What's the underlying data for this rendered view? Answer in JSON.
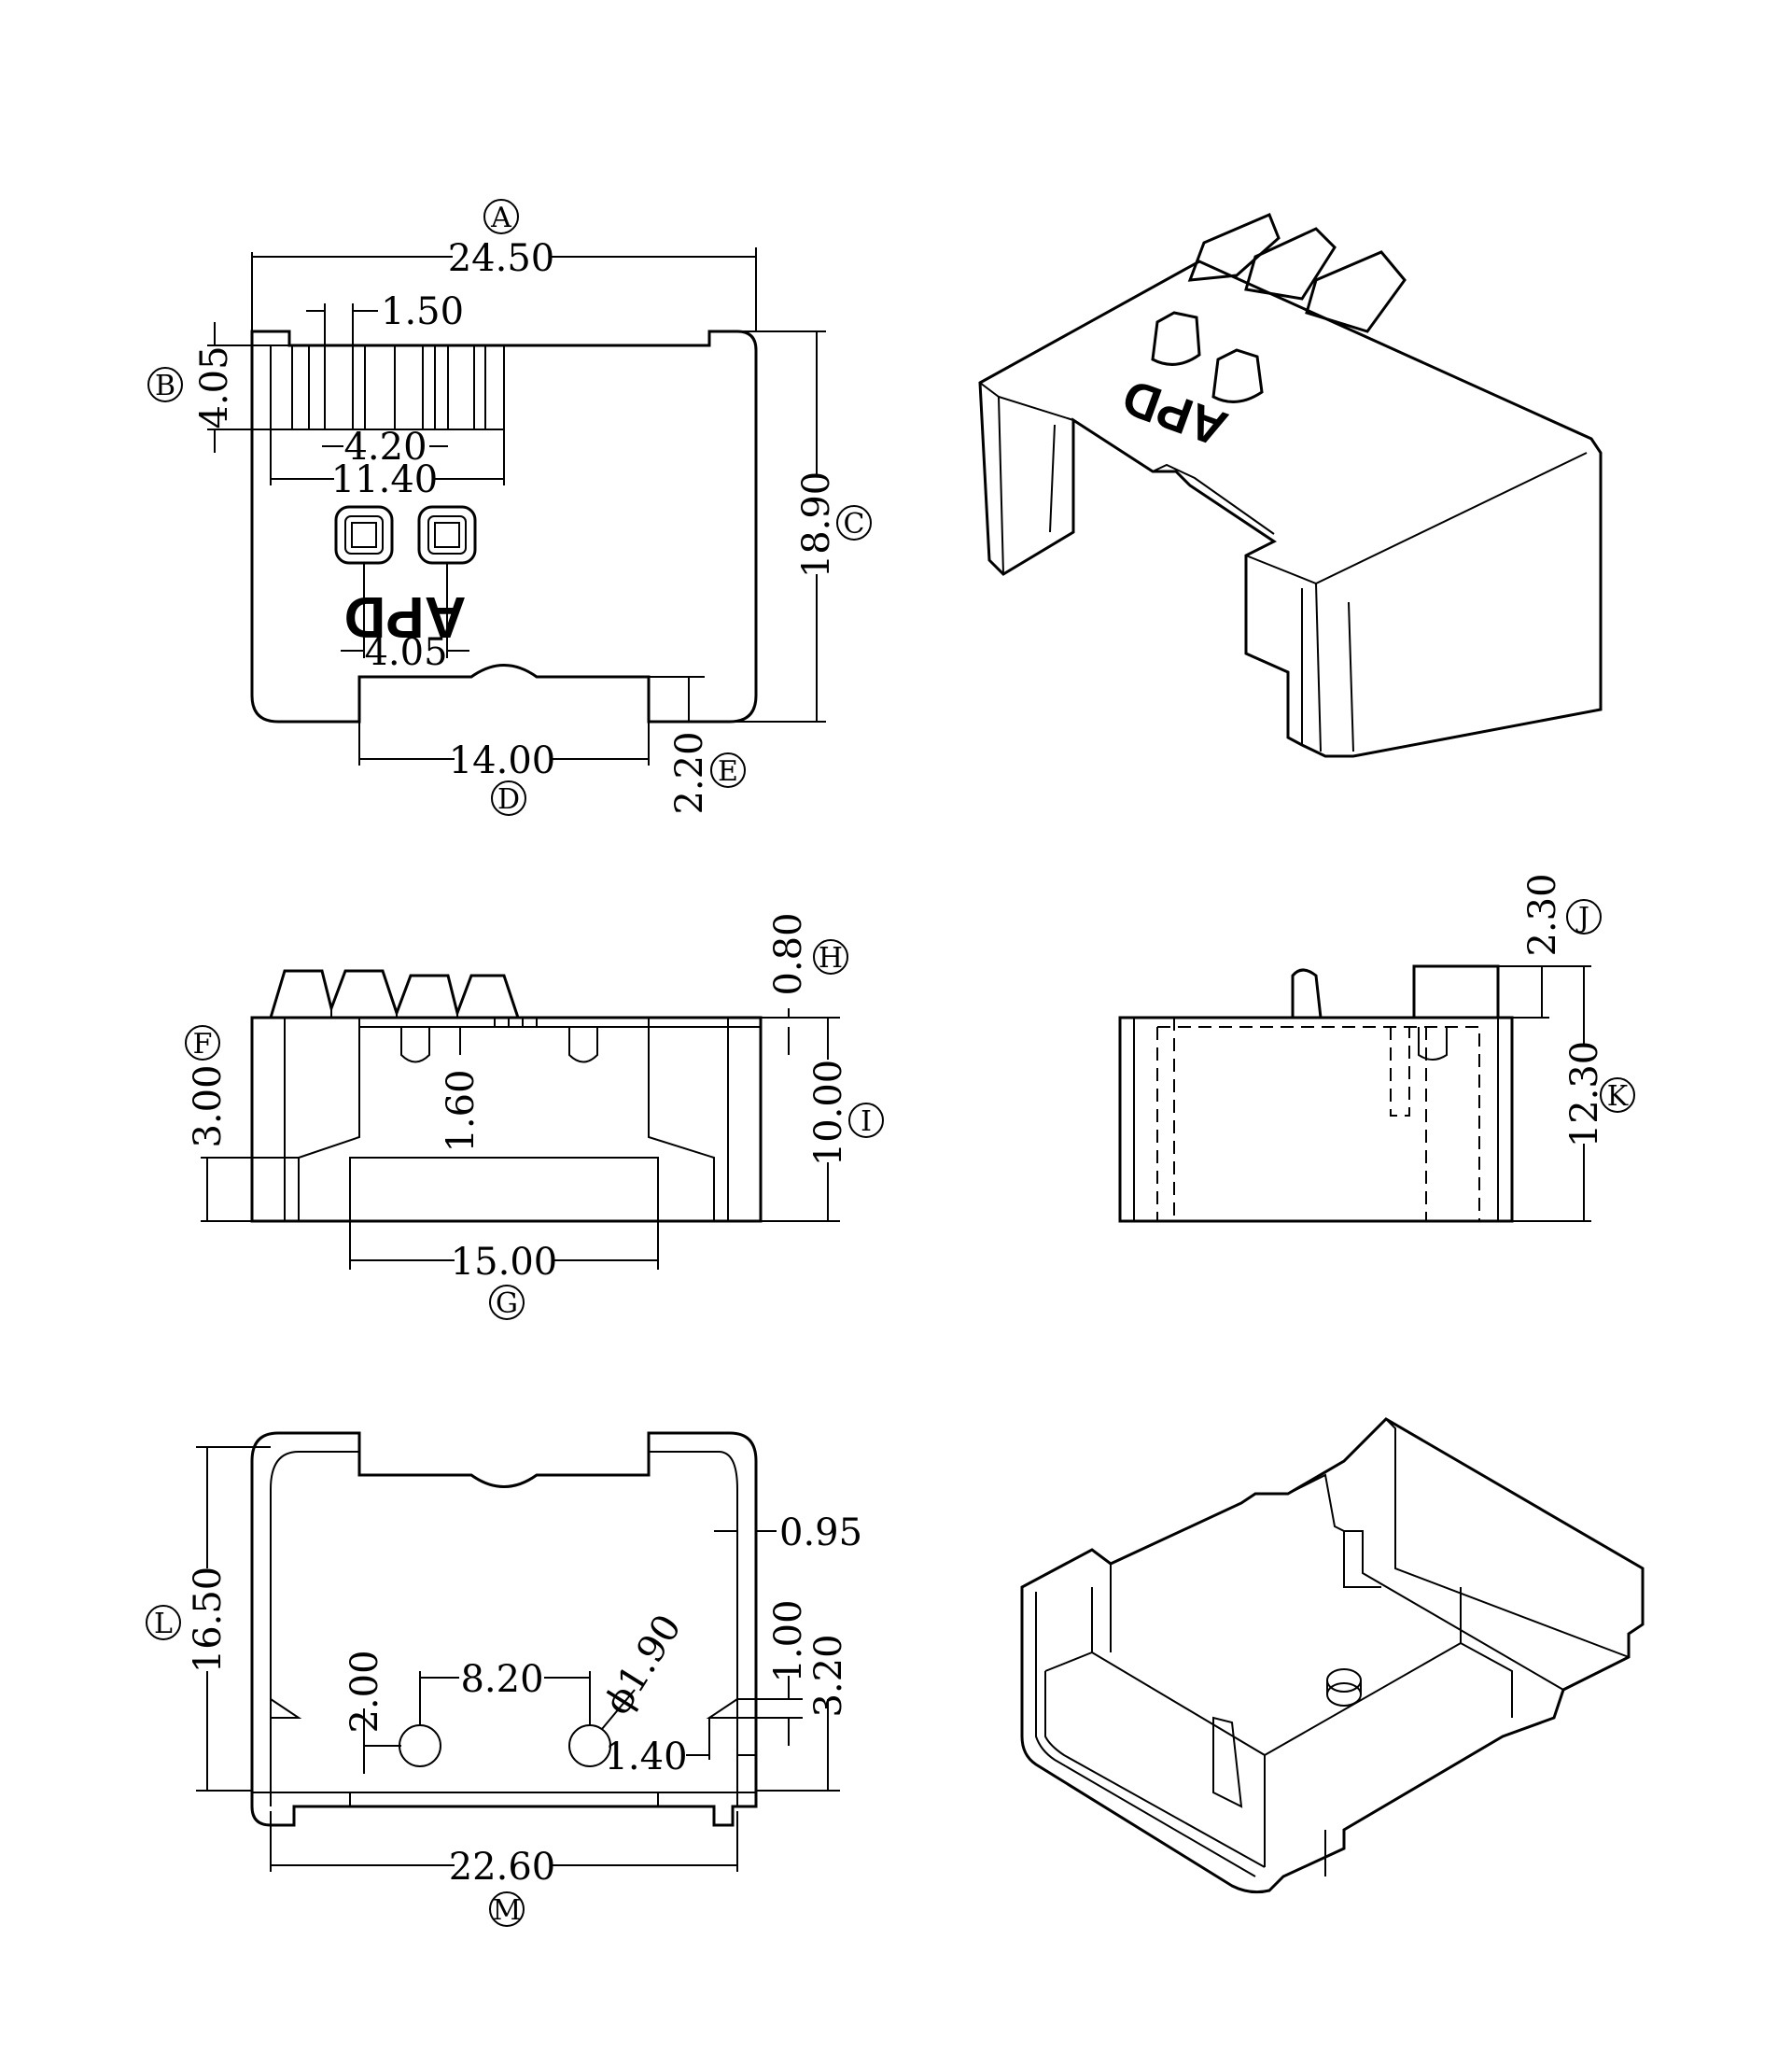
{
  "dimensions": {
    "A": "24.50",
    "slot_width": "1.50",
    "B": "4.05",
    "slot_pitch": "4.20",
    "slot_span": "11.40",
    "C": "18.90",
    "pin_pitch": "4.05",
    "D": "14.00",
    "E": "2.20",
    "H": "0.80",
    "F": "3.00",
    "slot_depth": "1.60",
    "I": "10.00",
    "G": "15.00",
    "J": "2.30",
    "K": "12.30",
    "L": "16.50",
    "wall": "0.95",
    "hole_offset_y": "2.00",
    "hole_pitch": "8.20",
    "hole_dia": "ϕ1.90",
    "tab_h": "1.00",
    "tab_total": "3.20",
    "tab_w": "1.40",
    "M": "22.60"
  },
  "labels": {
    "A": "A",
    "B": "B",
    "C": "C",
    "D": "D",
    "E": "E",
    "F": "F",
    "G": "G",
    "H": "H",
    "I": "I",
    "J": "J",
    "K": "K",
    "L": "L",
    "M": "M"
  },
  "marking": "APD"
}
